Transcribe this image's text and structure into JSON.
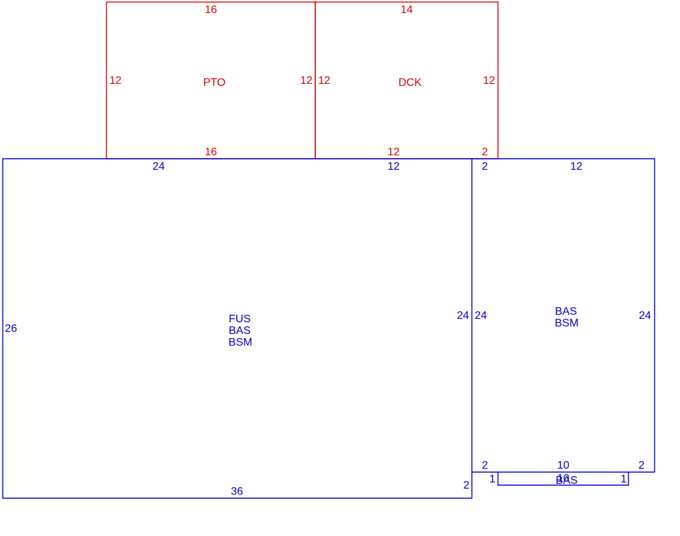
{
  "colors": {
    "addition": "#dd0000",
    "main": "#0000cc"
  },
  "areas": {
    "pto": {
      "code": "PTO",
      "dims": {
        "top": "16",
        "left": "12",
        "right": "12",
        "bottom": "16"
      }
    },
    "dck": {
      "code": "DCK",
      "dims": {
        "top": "14",
        "left": "12",
        "right": "12",
        "bottom_a": "12",
        "bottom_b": "2"
      }
    },
    "main": {
      "codes": [
        "FUS",
        "BAS",
        "BSM"
      ],
      "dims": {
        "top_a": "24",
        "top_b": "12",
        "left": "26",
        "right": "24",
        "bottom": "36",
        "jog": "2"
      }
    },
    "side": {
      "codes": [
        "BAS",
        "BSM"
      ],
      "dims": {
        "top_a": "2",
        "top_b": "12",
        "left": "24",
        "right": "24",
        "bottom_a": "2",
        "bottom_b": "10",
        "bottom_c": "2"
      }
    },
    "bump": {
      "code": "BAS",
      "dims": {
        "left": "1",
        "top": "10",
        "right": "1"
      }
    }
  }
}
